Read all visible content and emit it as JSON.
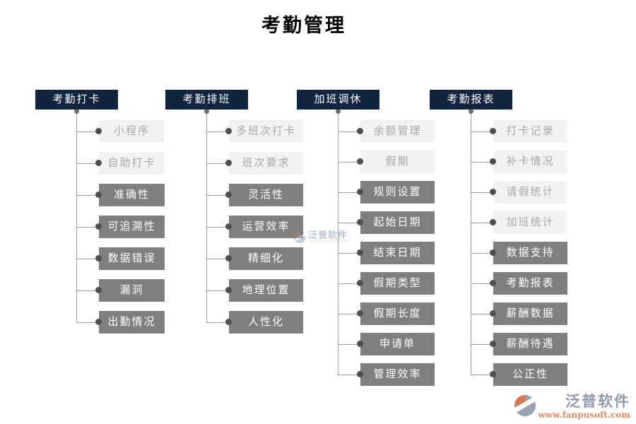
{
  "title": "考勤管理",
  "columns": [
    {
      "header": "考勤打卡",
      "items": [
        "小程序",
        "自助打卡",
        "准确性",
        "可追溯性",
        "数据错误",
        "漏洞",
        "出勤情况"
      ]
    },
    {
      "header": "考勤排班",
      "items": [
        "多班次打卡",
        "班次要求",
        "灵活性",
        "运营效率",
        "精细化",
        "地理位置",
        "人性化"
      ]
    },
    {
      "header": "加班调休",
      "items": [
        "余额管理",
        "假期",
        "规则设置",
        "起始日期",
        "结束日期",
        "假期类型",
        "假期长度",
        "申请单",
        "管理效率"
      ]
    },
    {
      "header": "考勤报表",
      "items": [
        "打卡记录",
        "补卡情况",
        "请假统计",
        "加班统计",
        "数据支持",
        "考勤报表",
        "薪酬数据",
        "薪酬待遇",
        "公正性"
      ]
    }
  ],
  "watermark": {
    "text": "泛普软件",
    "subtext": "FANPU SOFTWARE"
  },
  "brand": {
    "name": "泛普软件",
    "url": "www.fanpusoft.com"
  },
  "colors": {
    "header_bg": "#11253f",
    "node_dark_bg": "#7f7f7f",
    "node_light_bg": "#f2f2f2",
    "node_light_text": "#a8a8a8",
    "connector_line": "#9a9a9a",
    "connector_dot": "#4f4f4f",
    "brand_text": "#8f9ab1",
    "brand_url": "#e08a64"
  }
}
